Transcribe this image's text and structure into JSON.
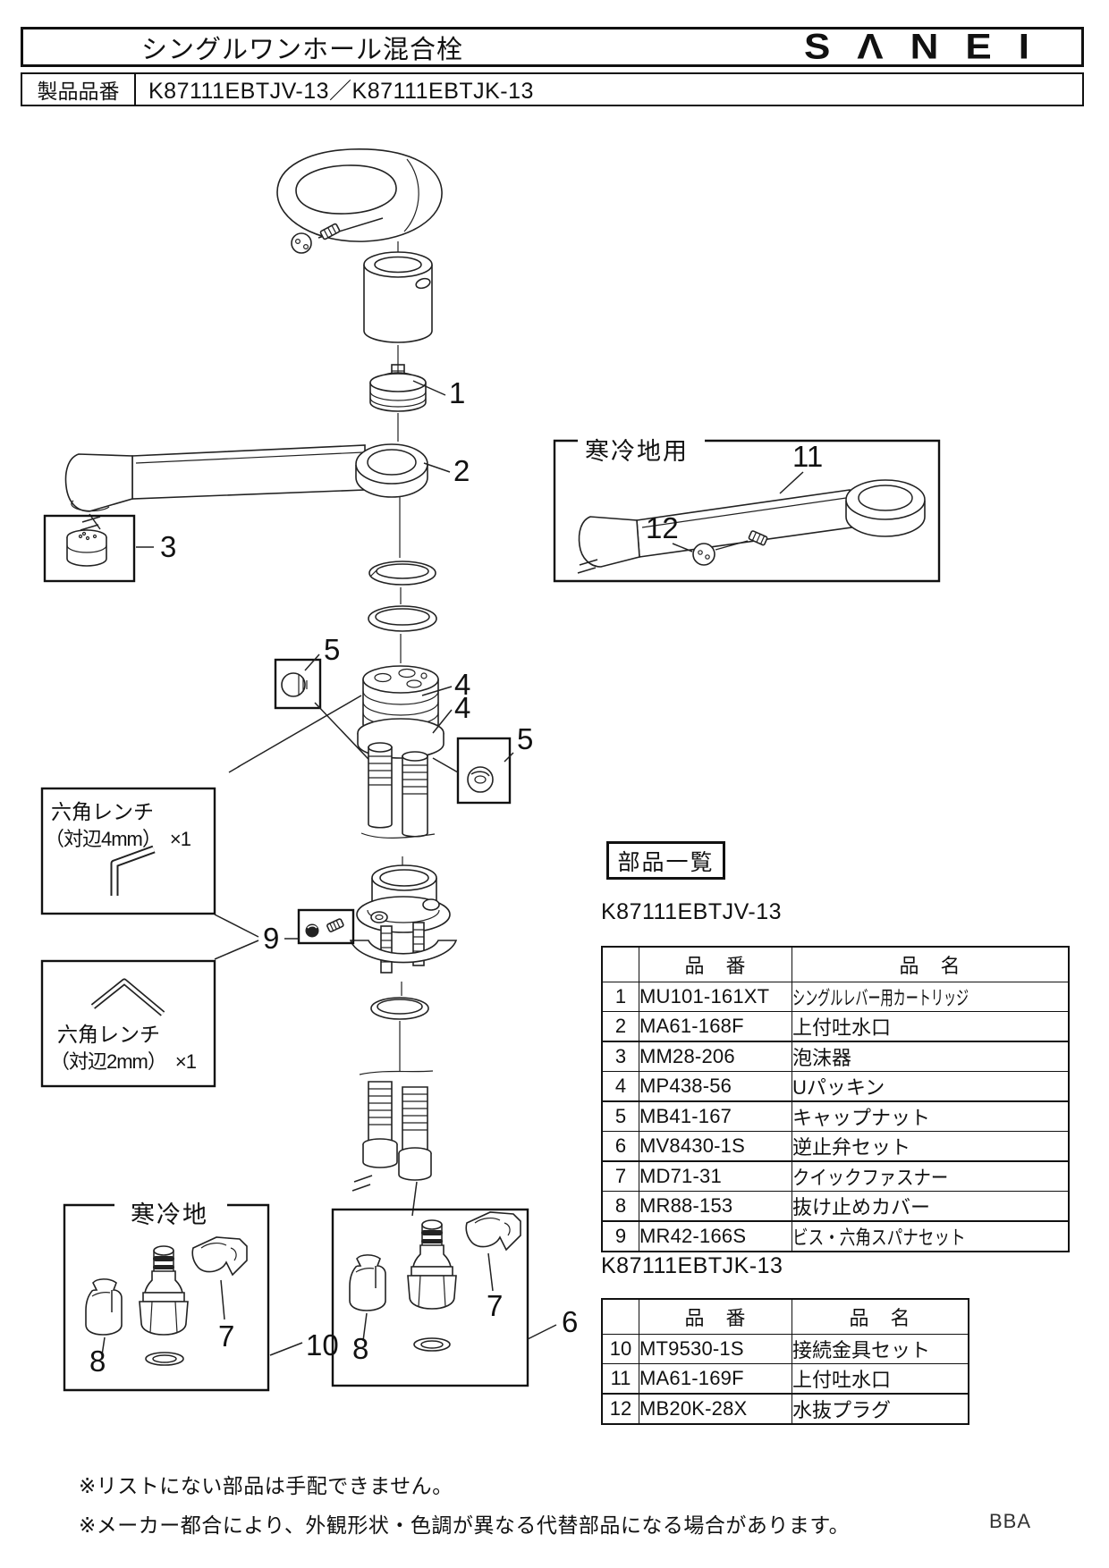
{
  "header": {
    "title": "シングルワンホール混合栓",
    "logo_text": "SΛNEI",
    "product_label": "製品品番",
    "product_numbers": "K87111EBTJV-13／K87111EBTJK-13"
  },
  "parts_list": {
    "title": "部品一覧",
    "col_code": "品　番",
    "col_name": "品　名",
    "models": [
      {
        "model": "K87111EBTJV-13",
        "rows": [
          {
            "no": "1",
            "code": "MU101-161XT",
            "name": "シングルレバー用カートリッジ"
          },
          {
            "no": "2",
            "code": "MA61-168F",
            "name": "上付吐水口"
          },
          {
            "no": "3",
            "code": "MM28-206",
            "name": "泡沫器"
          },
          {
            "no": "4",
            "code": "MP438-56",
            "name": "Uパッキン"
          },
          {
            "no": "5",
            "code": "MB41-167",
            "name": "キャップナット"
          },
          {
            "no": "6",
            "code": "MV8430-1S",
            "name": "逆止弁セット"
          },
          {
            "no": "7",
            "code": "MD71-31",
            "name": "クイックファスナー"
          },
          {
            "no": "8",
            "code": "MR88-153",
            "name": "抜け止めカバー"
          },
          {
            "no": "9",
            "code": "MR42-166S",
            "name": "ビス・六角スパナセット"
          }
        ]
      },
      {
        "model": "K87111EBTJK-13",
        "rows": [
          {
            "no": "10",
            "code": "MT9530-1S",
            "name": "接続金具セット"
          },
          {
            "no": "11",
            "code": "MA61-169F",
            "name": "上付吐水口"
          },
          {
            "no": "12",
            "code": "MB20K-28X",
            "name": "水抜プラグ"
          }
        ]
      }
    ]
  },
  "diagram": {
    "callouts": {
      "n1": "1",
      "n2": "2",
      "n3": "3",
      "n4": "4",
      "n5": "5",
      "n6": "6",
      "n7": "7",
      "n8": "8",
      "n9": "9",
      "n10": "10",
      "n11": "11",
      "n12": "12"
    },
    "labels": {
      "cold_region_use": "寒冷地用",
      "cold_region": "寒冷地",
      "hex_wrench": "六角レンチ",
      "hex_wrench_4mm_qty": "（対辺4mm）　×1",
      "hex_wrench_2mm_qty": "（対辺2mm）　×1"
    }
  },
  "footer": {
    "note1": "※リストにない部品は手配できません。",
    "note2": "※メーカー都合により、外観形状・色調が異なる代替部品になる場合があります。",
    "page_code": "BBA"
  }
}
